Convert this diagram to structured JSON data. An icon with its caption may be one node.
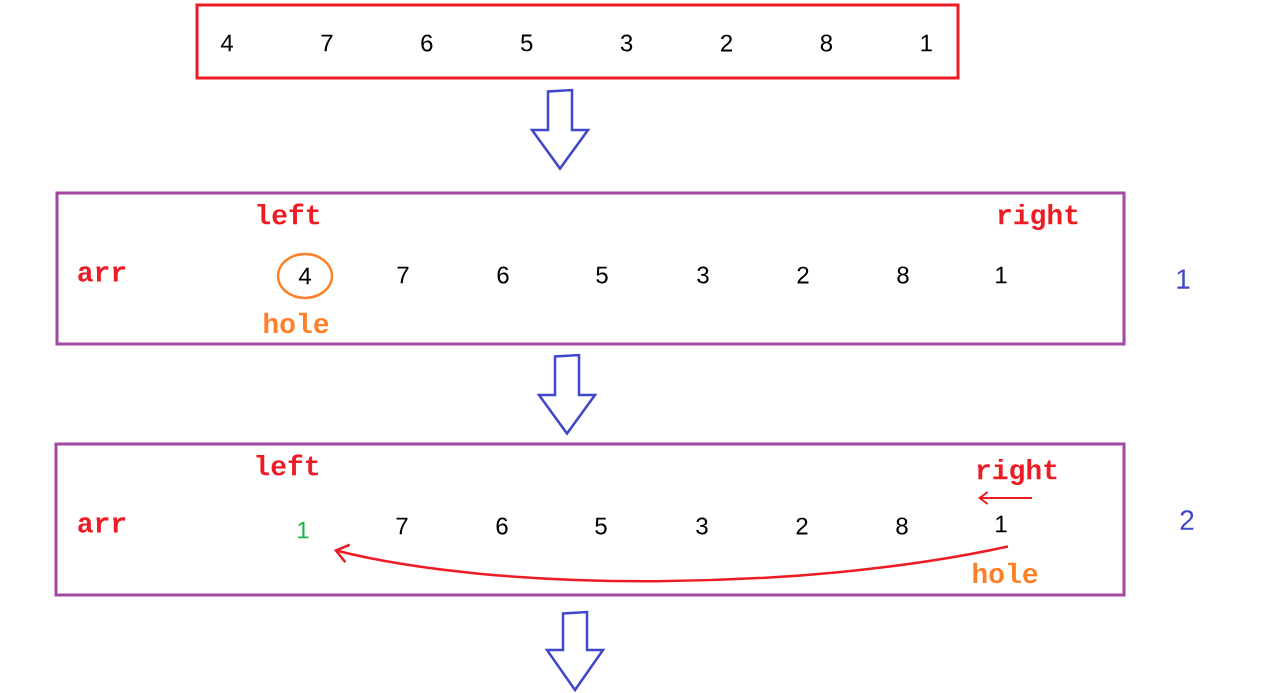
{
  "diagram": {
    "nodes": [
      {
        "text": [
          "4",
          "7",
          "6",
          "5",
          "3",
          "2",
          "8",
          "1"
        ]
      },
      {
        "text": [],
        "shape": "box",
        "beside": [
          "1"
        ]
      },
      {
        "text": [
          "4"
        ],
        "in": 1
      },
      {
        "text": [],
        "shape": "box",
        "beside": [
          "2"
        ]
      },
      {
        "text": [
          "1"
        ],
        "in": 3
      },
      {
        "text": [
          "1"
        ],
        "in": 3
      }
    ],
    "edges": [
      {
        "from": 0,
        "to": 1,
        "arrow": "to"
      },
      {
        "from": 1,
        "to": 3,
        "arrow": "to"
      },
      {
        "from": 3,
        "to": null,
        "arrow": "to"
      },
      {
        "from": 4,
        "to": 5,
        "arrow": "to",
        "color": "#ed1c24"
      }
    ],
    "labels": [
      "left",
      "right",
      "arr",
      "7",
      "6",
      "5",
      "3",
      "2",
      "8",
      "1",
      "hole",
      "left",
      "right",
      "arr",
      "7",
      "6",
      "5",
      "3",
      "2",
      "8",
      "hole"
    ]
  }
}
